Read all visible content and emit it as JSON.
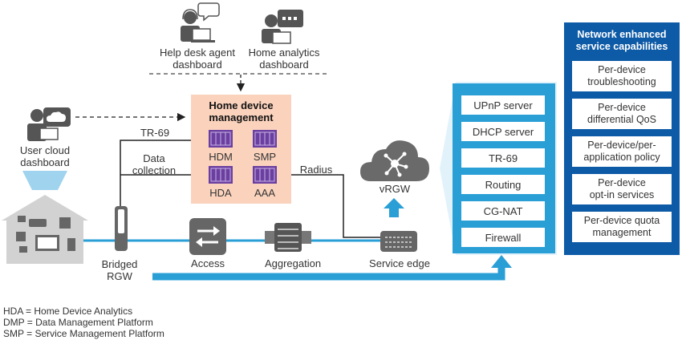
{
  "dashboards": {
    "help_desk": "Help desk agent\ndashboard",
    "home_analytics": "Home analytics\ndashboard",
    "user_cloud": "User cloud\ndashboard"
  },
  "home_device_management": {
    "title": "Home device\nmanagement",
    "modules": [
      "HDM",
      "SMP",
      "HDA",
      "AAA"
    ]
  },
  "links": {
    "tr69": "TR-69",
    "data_collection": "Data\ncollection",
    "radius": "Radius"
  },
  "network": {
    "bridged_rgw": "Bridged\nRGW",
    "access": "Access",
    "aggregation": "Aggregation",
    "service_edge": "Service edge",
    "vrgw": "vRGW"
  },
  "vrgw_stack": [
    "UPnP server",
    "DHCP server",
    "TR-69",
    "Routing",
    "CG-NAT",
    "Firewall"
  ],
  "capabilities_panel": {
    "title": "Network enhanced\nservice capabilities",
    "items": [
      "Per-device\ntroubleshooting",
      "Per-device\ndifferential QoS",
      "Per-device/per-\napplication policy",
      "Per-device\nopt-in services",
      "Per-device quota\nmanagement"
    ]
  },
  "legend": [
    "HDA = Home Device Analytics",
    "DMP = Data Management Platform",
    "SMP = Service Management Platform"
  ],
  "colors": {
    "accent_blue": "#2a9fd6",
    "panel_blue": "#0d5aa7",
    "hdm_fill": "#fbd3bd",
    "module_purple": "#6b3fa0",
    "gray_icon": "#666666"
  }
}
